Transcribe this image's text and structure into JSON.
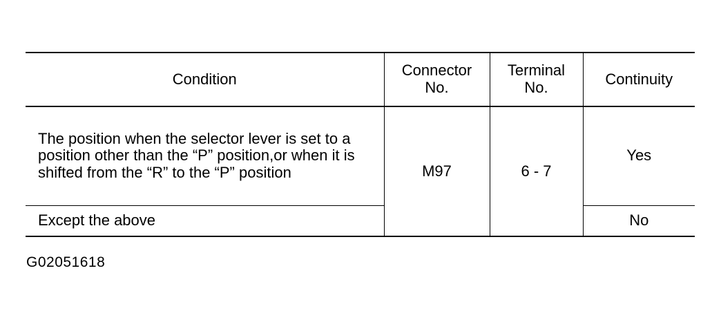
{
  "table": {
    "headers": {
      "condition": "Condition",
      "connector": "Connector No.",
      "terminal": "Terminal No.",
      "continuity": "Continuity"
    },
    "rows": [
      {
        "condition": "The position when the selector lever is set to a position other than the “P” position,or when it is shifted from the “R” to the “P” position",
        "continuity": "Yes"
      },
      {
        "condition": "Except the above",
        "continuity": "No"
      }
    ],
    "shared": {
      "connector": "M97",
      "terminal": "6 - 7"
    }
  },
  "figure_id": "G02051618"
}
